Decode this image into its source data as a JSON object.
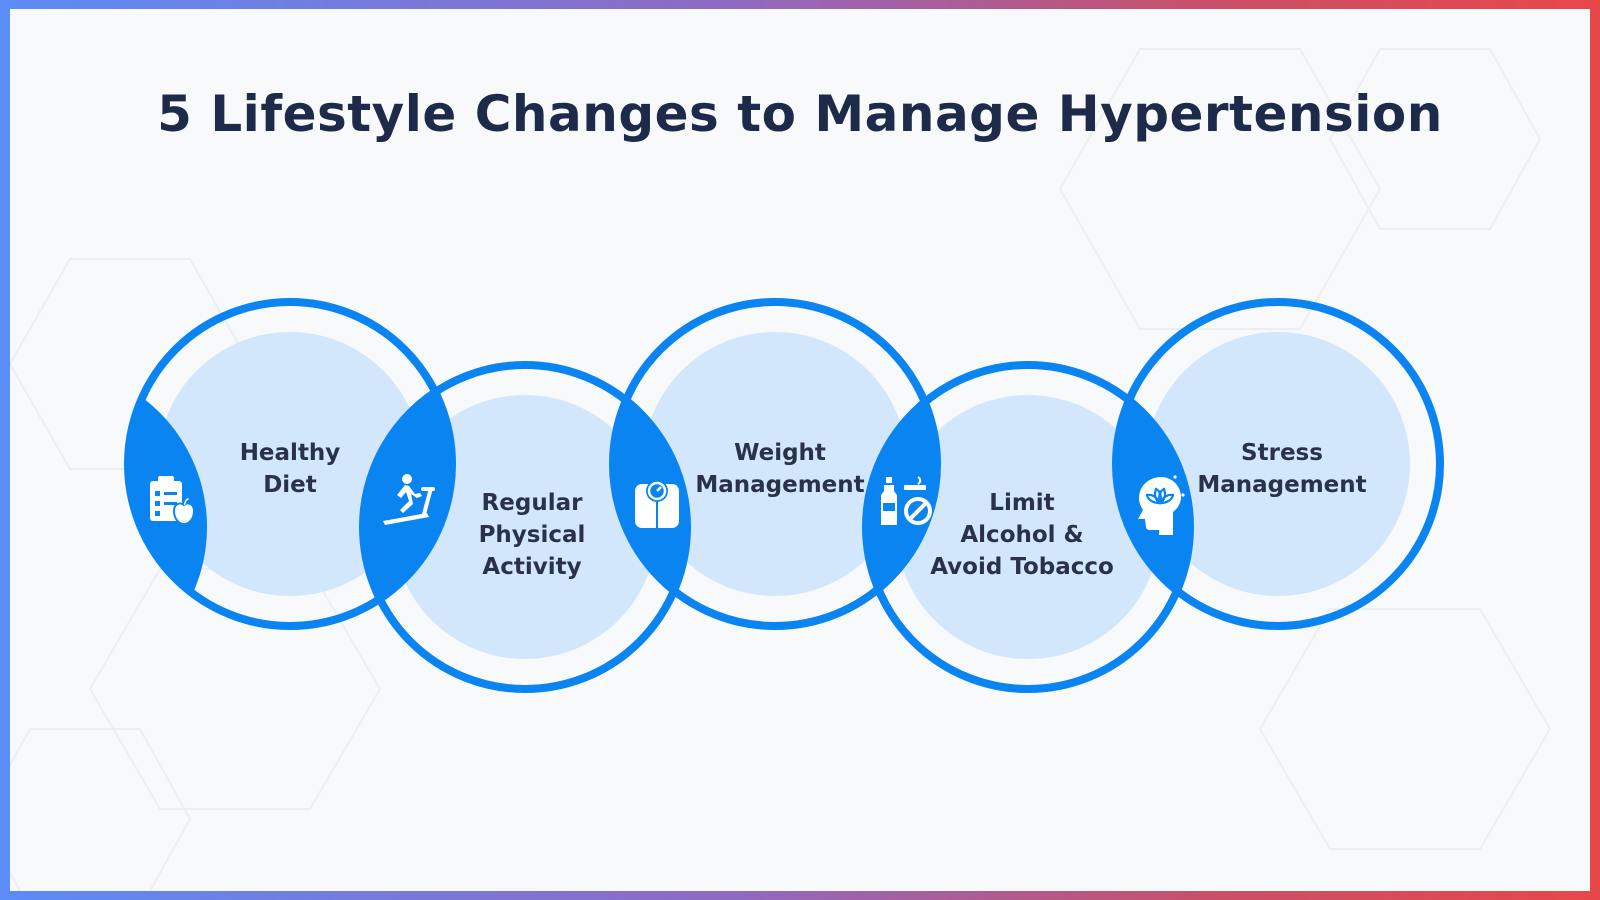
{
  "title": "5 Lifestyle Changes to Manage Hypertension",
  "colors": {
    "ring": "#0a84f0",
    "inner_fill": "#d3e7fc",
    "text": "#2a3247",
    "title": "#1e2a4a",
    "background": "#f8f9fb"
  },
  "steps": [
    {
      "lines": [
        "Healthy",
        "Diet"
      ],
      "icon": "clipboard-apple-icon"
    },
    {
      "lines": [
        "Regular",
        "Physical",
        "Activity"
      ],
      "icon": "treadmill-runner-icon"
    },
    {
      "lines": [
        "Weight",
        "Management"
      ],
      "icon": "weighing-scale-icon"
    },
    {
      "lines": [
        "Limit",
        "Alcohol &",
        "Avoid Tobacco"
      ],
      "icon": "no-alcohol-tobacco-icon"
    },
    {
      "lines": [
        "Stress",
        "Management"
      ],
      "icon": "head-lotus-icon"
    }
  ]
}
